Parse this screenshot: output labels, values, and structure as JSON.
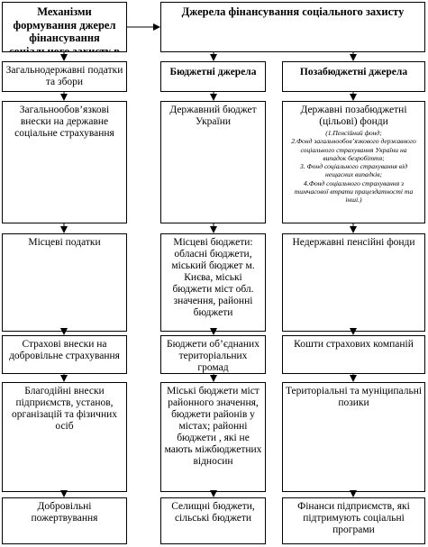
{
  "mechanisms_header": "Механізми формування джерел фінансування соціального захисту в основі яких:",
  "sources_header": "Джерела фінансування соціального захисту",
  "budget_header": "Бюджетні джерела",
  "offbudget_header": "Позабюджетні джерела",
  "mechanisms": [
    "Загальнодержавні податки та збори",
    "Загальнообов’язкові внески на державне соціальне страхування",
    "Місцеві податки",
    "Страхові внески на добровільне страхування",
    "Благодійні внески підприємств, установ, організацій та фізичних осіб",
    "Добровільні пожертвування"
  ],
  "budget": [
    "Державний бюджет України",
    "Місцеві бюджети: обласні бюджети, міський бюджет м. Києва, міські бюджети міст обл. значення, районні бюджети",
    "Бюджети об’єднаних територіальних громад",
    "Міські бюджети міст районного значення, бюджети районів у містах; районні бюджети , які не мають міжбюджетних відносин",
    "Селищні бюджети, сільські бюджети"
  ],
  "offbudget": [
    "Державні позабюджетні (цільові) фонди",
    "Недержавні пенсійні фонди",
    "Кошти страхових компаній",
    "Територіальні та муніципальні позики",
    "Фінанси підприємств, які підтримують соціальні програми"
  ],
  "funds_notes": [
    "(1.Пенсійний фонд;",
    "2.Фонд загальнообов’язкового державного соціального страхування України на випадок безробіття;",
    "3. Фонд соціального страхування від нещасних випадків;",
    "4.Фонд соціального страхування з тимчасової втрати працездатності та інші.)"
  ]
}
